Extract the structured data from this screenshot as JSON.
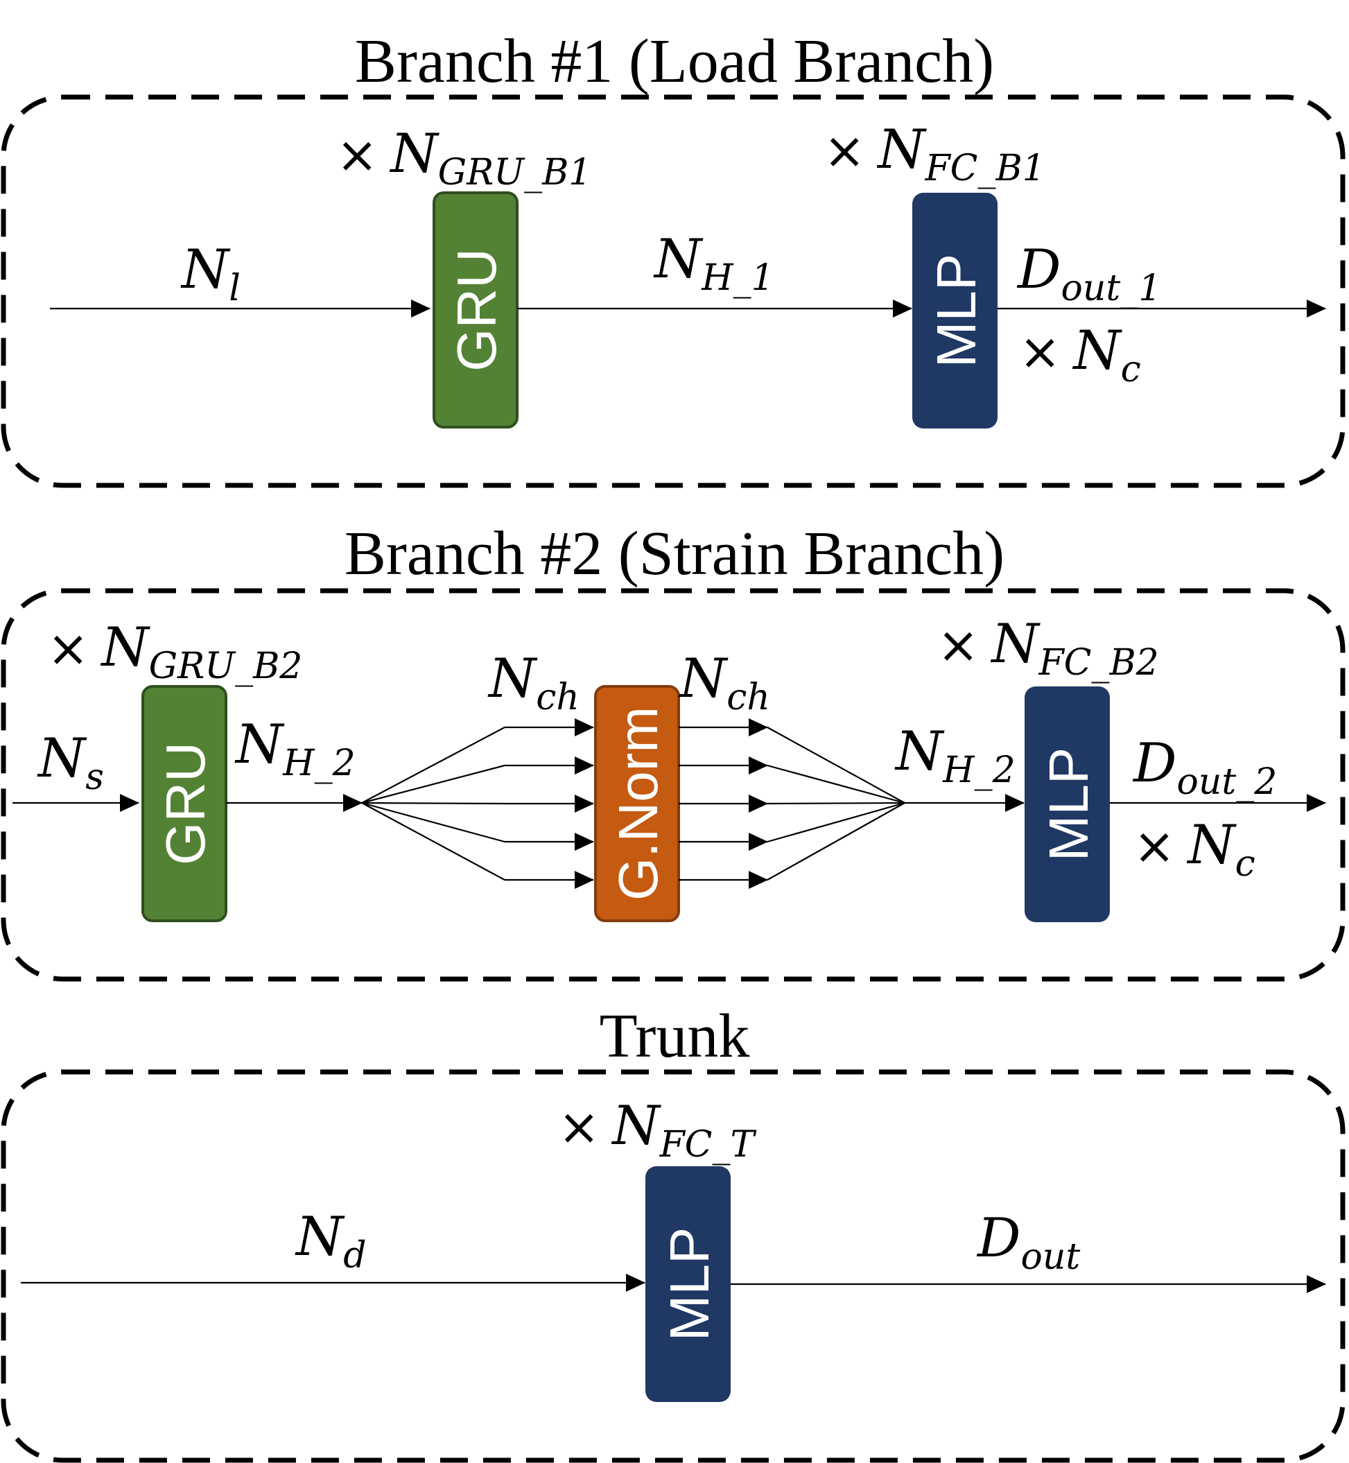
{
  "branch1": {
    "title": "Branch #1 (Load Branch)",
    "input": {
      "main": "N",
      "sub": "l"
    },
    "gru_repeat": {
      "prefix": "×",
      "main": "N",
      "sub": "GRU_B1"
    },
    "gru_label": "GRU",
    "hidden": {
      "main": "N",
      "sub": "H_1"
    },
    "mlp_repeat": {
      "prefix": "×",
      "main": "N",
      "sub": "FC_B1"
    },
    "mlp_label": "MLP",
    "output": {
      "main": "D",
      "sub": "out_1"
    },
    "output_repeat": {
      "prefix": "×",
      "main": "N",
      "sub": "c"
    }
  },
  "branch2": {
    "title": "Branch #2 (Strain Branch)",
    "gru_repeat": {
      "prefix": "×",
      "main": "N",
      "sub": "GRU_B2"
    },
    "input": {
      "main": "N",
      "sub": "s"
    },
    "gru_label": "GRU",
    "hidden": {
      "main": "N",
      "sub": "H_2"
    },
    "ch_in": {
      "main": "N",
      "sub": "ch"
    },
    "norm_label": "G.Norm",
    "ch_out": {
      "main": "N",
      "sub": "ch"
    },
    "hidden_out": {
      "main": "N",
      "sub": "H_2"
    },
    "mlp_repeat": {
      "prefix": "×",
      "main": "N",
      "sub": "FC_B2"
    },
    "mlp_label": "MLP",
    "output": {
      "main": "D",
      "sub": "out_2"
    },
    "output_repeat": {
      "prefix": "×",
      "main": "N",
      "sub": "c"
    }
  },
  "trunk": {
    "title": "Trunk",
    "mlp_repeat": {
      "prefix": "×",
      "main": "N",
      "sub": "FC_T"
    },
    "input": {
      "main": "N",
      "sub": "d"
    },
    "mlp_label": "MLP",
    "output": {
      "main": "D",
      "sub": "out"
    }
  },
  "colors": {
    "gru": "#548235",
    "gru_border": "#2f4f1e",
    "mlp": "#203864",
    "norm": "#c55a11",
    "norm_border": "#843c0c"
  }
}
